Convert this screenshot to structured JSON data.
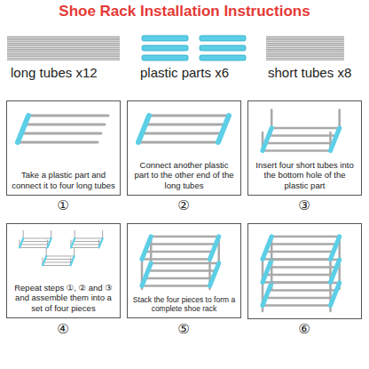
{
  "diagram": {
    "title": "Shoe Rack Installation Instructions",
    "nodes": [
      {
        "text": [
          "Take a plastic part and connect it to four long tubes"
        ]
      },
      {
        "text": [
          "Connect another plastic part to the other end of the long tubes"
        ]
      },
      {
        "text": [
          "Insert four short tubes into the bottom hole of the plastic part"
        ]
      },
      {
        "text": [
          "Repeat steps ①, ② and ③ and assemble them into a set of four pieces"
        ]
      },
      {
        "text": [
          "Stack the four pieces to form a complete shoe rack"
        ]
      }
    ],
    "labels": [
      "long tubes x12",
      "plastic parts x6",
      "short tubes x8",
      "①",
      "②",
      "③",
      "④",
      "⑤",
      "⑥"
    ]
  }
}
